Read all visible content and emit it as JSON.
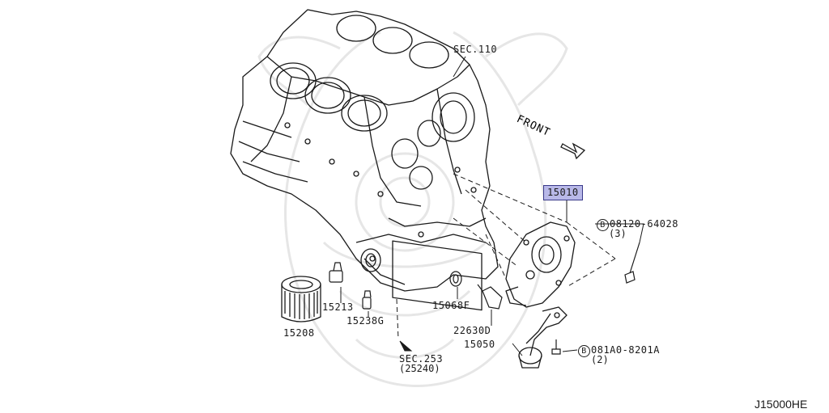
{
  "labels": {
    "sec110": "SEC.110",
    "front": "FRONT",
    "p15010": "15010",
    "bolt1_code": "08120-64028",
    "bolt1_qty": "(3)",
    "bolt2_code": "081A0-8201A",
    "bolt2_qty": "(2)",
    "bolt_marker": "B",
    "p15213": "15213",
    "p15238g": "15238G",
    "p15208": "15208",
    "p15068f": "15068F",
    "p22630d": "22630D",
    "p15050": "15050",
    "sec253": "SEC.253",
    "sec253_ref": "(25240)",
    "diagram_code": "J15000HE"
  },
  "colors": {
    "line": "#1a1a1a",
    "highlight_fill": "#b8b8e8",
    "highlight_border": "#3a3a8a",
    "watermark": "#e4e4e4"
  }
}
